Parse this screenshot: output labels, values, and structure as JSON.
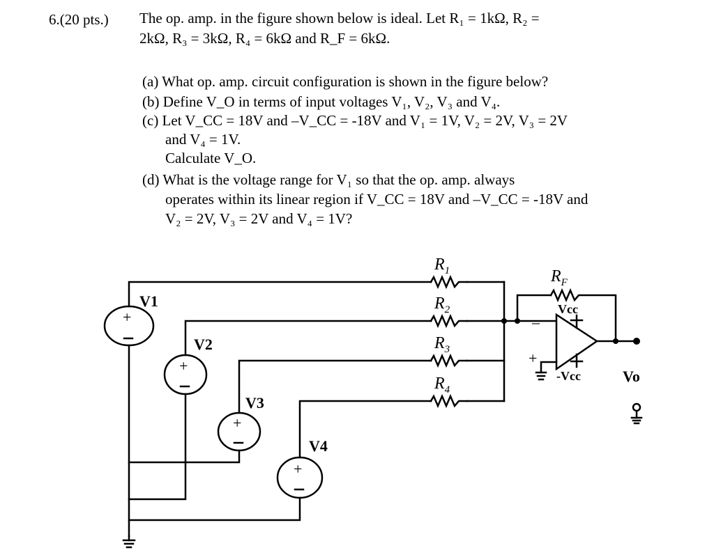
{
  "question": {
    "number": "6.(20 pts.)",
    "intro_line1": "The op. amp. in the figure shown below is ideal. Let R₁ = 1kΩ, R₂ =",
    "intro_line2": "2kΩ, R₃ = 3kΩ, R₄ = 6kΩ and R_F = 6kΩ.",
    "parts": {
      "a": "(a) What op. amp. circuit configuration is shown in the figure below?",
      "b": "(b) Define V_O in terms of input voltages V₁, V₂, V₃ and V₄.",
      "c_line1": "(c) Let V_CC = 18V and –V_CC = -18V and V₁ = 1V, V₂ = 2V, V₃ = 2V",
      "c_line2": "and V₄ = 1V.",
      "c_line3": "Calculate V_O.",
      "d_line1": "(d) What is the voltage range for V₁ so that the op. amp. always",
      "d_line2": "operates within its linear region if V_CC = 18V and –V_CC = -18V and",
      "d_line3": "V₂ = 2V, V₃ = 2V and V₄ = 1V?"
    }
  },
  "circuit": {
    "sources": [
      "V1",
      "V2",
      "V3",
      "V4"
    ],
    "resistors": {
      "r1": "R",
      "r1_sub": "1",
      "r2": "R",
      "r2_sub": "2",
      "r3": "R",
      "r3_sub": "3",
      "r4": "R",
      "r4_sub": "4",
      "rf": "R",
      "rf_sub": "F"
    },
    "supply_pos": "Vcc",
    "supply_neg": "-Vcc",
    "output_label": "Vo",
    "plus_sign": "+",
    "minus_sign": "–"
  }
}
